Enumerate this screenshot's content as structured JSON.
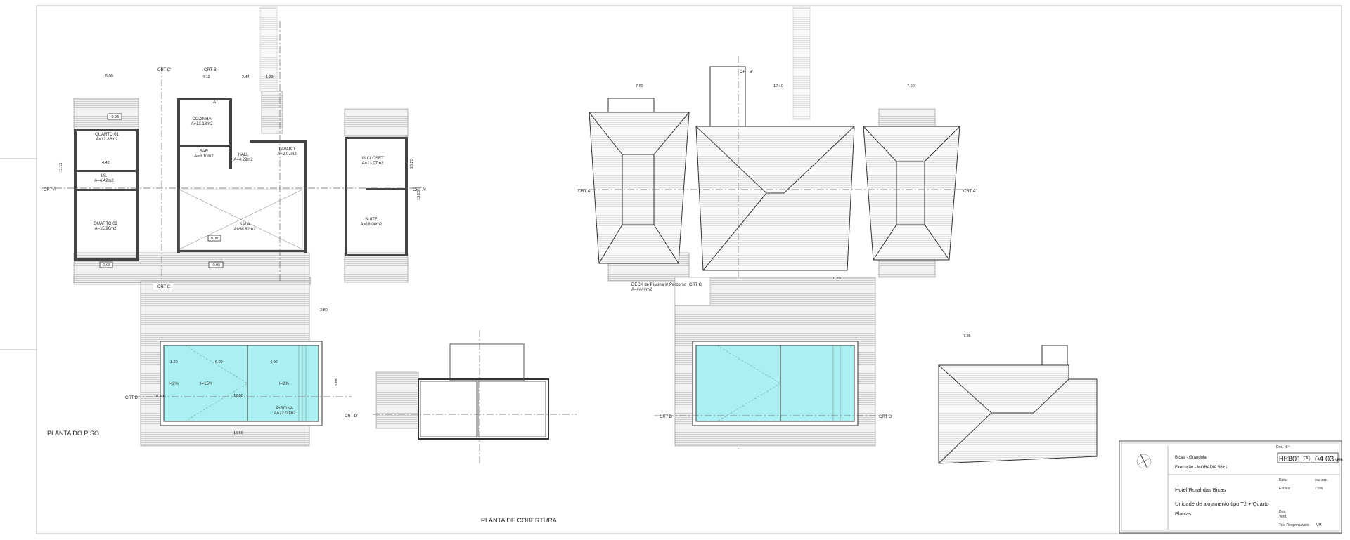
{
  "drawing": {
    "floor_plan_title": "PLANTA DO PISO",
    "roof_plan_title": "PLANTA DE COBERTURA",
    "rooms": [
      {
        "name": "QUARTO 01",
        "area": "A=12.86m2"
      },
      {
        "name": "I.S.",
        "area": "A=4.42m2"
      },
      {
        "name": "QUARTO 02",
        "area": "A=15.96m2"
      },
      {
        "name": "COZINHA",
        "area": "A=13.18m2"
      },
      {
        "name": "BAR",
        "area": "A=6.10m2"
      },
      {
        "name": "HALL",
        "area": "A=4.29m2"
      },
      {
        "name": "LAVABO",
        "area": "A=2.07m2"
      },
      {
        "name": "SALA",
        "area": "A=56.82m2"
      },
      {
        "name": "IS.CLOSET",
        "area": "A=13.07m2"
      },
      {
        "name": "SUITE",
        "area": "A=18.08m2"
      },
      {
        "name": "PISCINA",
        "area": "A=72.00m2"
      },
      {
        "name": "AT.",
        "area": ""
      }
    ],
    "deck_label": "DECK de Piscina s/ Percurso",
    "deck_area": "A=####m2",
    "sections": [
      "CRT A",
      "CRT A'",
      "CRT B'",
      "CRT C",
      "CRT C'",
      "CRT D",
      "CRT D'"
    ],
    "levels": [
      "-0.05",
      "0.00",
      "-0.08",
      "-0.05",
      "0.00"
    ],
    "dimensions": [
      "5.00",
      "4.12",
      "2.44",
      "1.23",
      "11.15",
      "10.25",
      "13.23",
      "4.42",
      "15.60",
      "12.00",
      "6.00",
      "4.00",
      "1.50",
      "0.30",
      "3.88",
      "2.80",
      "7.60",
      "12.40",
      "7.85",
      "0.70"
    ],
    "slopes": [
      "I=2%",
      "I=15%",
      "I=2%"
    ]
  },
  "title_block": {
    "location": "Bicas - Grândola",
    "phase": "Execução - MORADIA 56+1",
    "des_no_label": "Des. N.º:",
    "code": [
      "HRB",
      "01",
      "PL",
      "04",
      "03",
      "M56"
    ],
    "project": "Hotel Rural das Bicas",
    "subject": "Unidade de alojamento tipo T2 + Quarto",
    "sheet": "Plantas",
    "date_label": "Data:",
    "date_value": "Mar 2021",
    "scale_label": "Escala:",
    "scale_value": "1:100",
    "des_label": "Des.",
    "verif_label": "Verif.",
    "resp_label": "Tec. Responsáveis:",
    "resp_value": "VM"
  }
}
